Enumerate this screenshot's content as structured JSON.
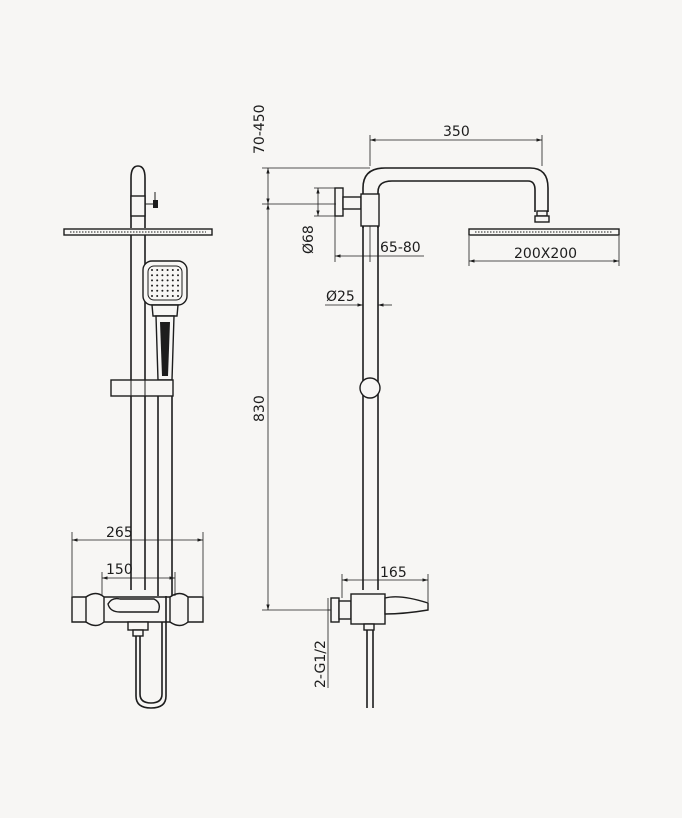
{
  "dimensions": {
    "top_adjust": "70-450",
    "arm_length": "350",
    "wall_flange_diameter": "Ø68",
    "wall_distance": "65-80",
    "head_size": "200X200",
    "pipe_diameter": "Ø25",
    "total_height": "830",
    "mixer_width": "265",
    "inlet_spacing": "150",
    "spout_length": "165",
    "inlet_thread": "2-G1/2"
  },
  "colors": {
    "line": "#1d1d1d",
    "background": "#f7f6f4"
  }
}
